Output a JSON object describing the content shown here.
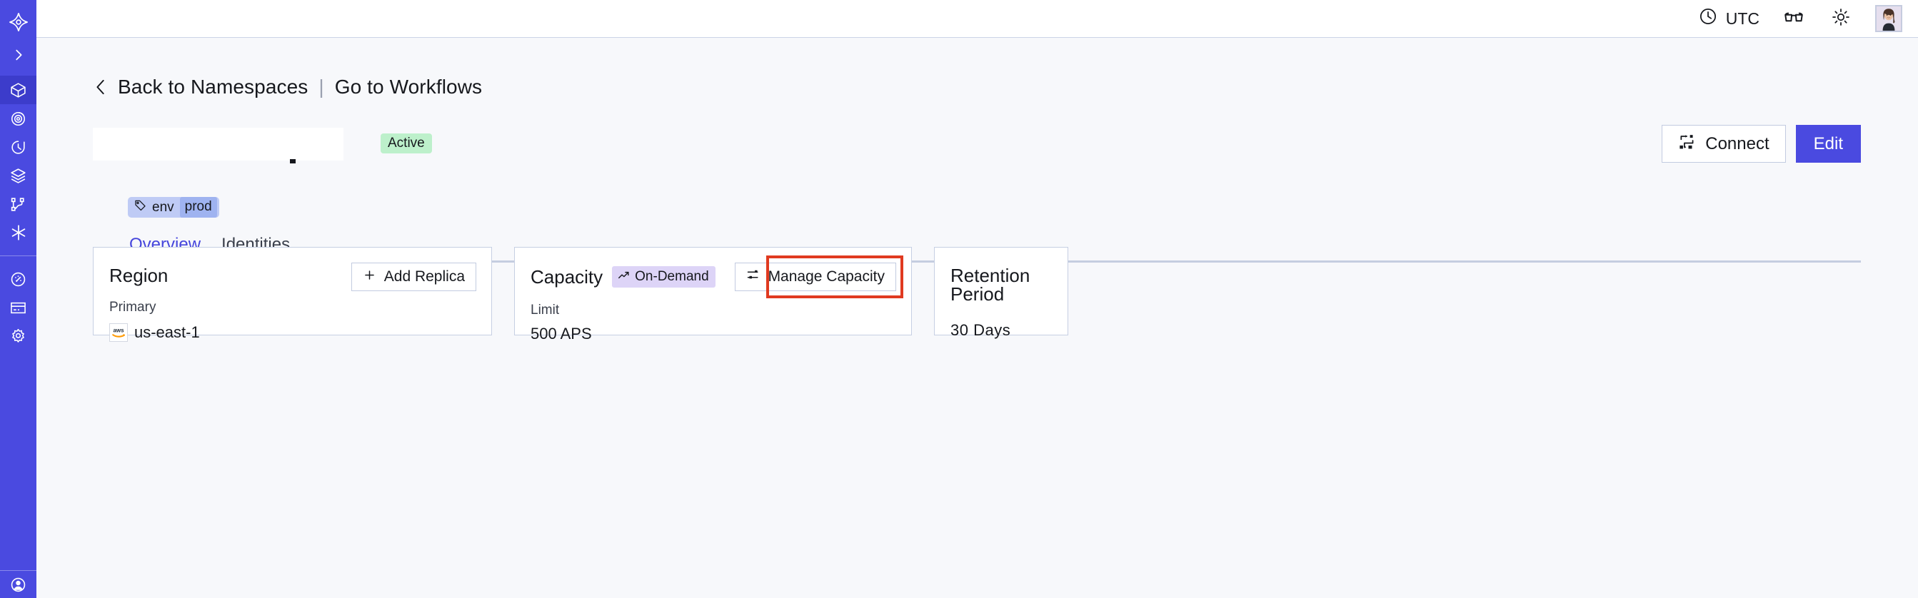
{
  "app": {
    "accent_color": "#4a4ae0",
    "sidebar_bg": "#4a4ae0",
    "sidebar_active_bg": "#3c3ccb",
    "page_bg": "#f7f8fb",
    "highlight_color": "#e03a20"
  },
  "sidebar": {
    "items": [
      {
        "name": "logo",
        "icon": "temporal-logo-icon",
        "active": false
      },
      {
        "name": "expand",
        "icon": "chevron-right-icon",
        "active": false
      },
      {
        "name": "namespaces",
        "icon": "cube-icon",
        "active": true
      },
      {
        "name": "observability",
        "icon": "eye-spiral-icon",
        "active": false
      },
      {
        "name": "schedules",
        "icon": "clock-rotate-icon",
        "active": false
      },
      {
        "name": "batch-operations",
        "icon": "layers-icon",
        "active": false
      },
      {
        "name": "workflows",
        "icon": "git-branch-icon",
        "active": false
      },
      {
        "name": "nexus",
        "icon": "asterisk-icon",
        "active": false
      },
      {
        "name": "usage",
        "icon": "gauge-icon",
        "active": false
      },
      {
        "name": "billing",
        "icon": "credit-card-icon",
        "active": false
      },
      {
        "name": "settings",
        "icon": "gear-icon",
        "active": false
      },
      {
        "name": "account",
        "icon": "user-circle-icon",
        "active": false
      }
    ]
  },
  "header": {
    "timezone_icon": "clock-icon",
    "timezone_label": "UTC",
    "feedback_icon": "glasses-icon",
    "theme_icon": "sun-icon",
    "avatar_icon": "user-avatar"
  },
  "breadcrumb": {
    "back_icon": "chevron-left-icon",
    "back_label": "Back to Namespaces",
    "separator": "|",
    "forward_label": "Go to Workflows"
  },
  "namespace": {
    "title": "",
    "title_redacted": true,
    "status_label": "Active",
    "status_color": "#bdf0cb",
    "tag": {
      "icon": "tag-icon",
      "key": "env",
      "value": "prod"
    }
  },
  "actions": {
    "connect_icon": "connect-flow-icon",
    "connect_label": "Connect",
    "edit_label": "Edit"
  },
  "tabs": {
    "items": [
      {
        "label": "Overview",
        "selected": true
      },
      {
        "label": "Identities",
        "selected": false
      }
    ]
  },
  "cards": {
    "region": {
      "title": "Region",
      "button_icon": "plus-icon",
      "button_label": "Add Replica",
      "sub_label": "Primary",
      "provider_icon": "aws-logo",
      "value": "us-east-1"
    },
    "capacity": {
      "title": "Capacity",
      "badge_icon": "trending-up-icon",
      "badge_label": "On-Demand",
      "badge_color": "#ddd4f7",
      "button_icon": "sliders-icon",
      "button_label": "Manage Capacity",
      "button_highlighted": true,
      "sub_label": "Limit",
      "value": "500 APS"
    },
    "retention": {
      "title": "Retention Period",
      "value": "30 Days"
    }
  }
}
